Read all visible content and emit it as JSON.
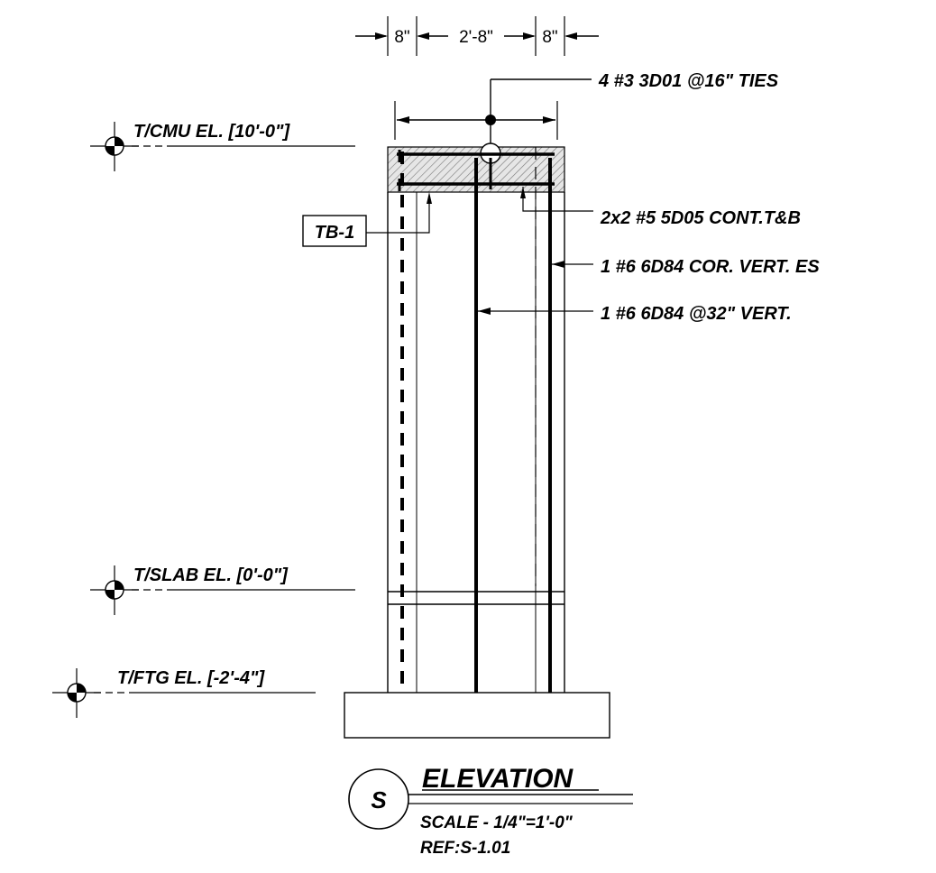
{
  "dimensions": {
    "left": "8\"",
    "middle": "2'-8\"",
    "right": "8\""
  },
  "callouts": {
    "ties": "4 #3 3D01 @16\" TIES",
    "bond_beam_bars": "2x2 #5 5D05  CONT.T&B",
    "corner_vert": "1 #6 6D84  COR. VERT. ES",
    "field_vert": "1 #6 6D84 @32\" VERT."
  },
  "tag": "TB-1",
  "levels": {
    "cmu": "T/CMU EL. [10'-0\"]",
    "slab": "T/SLAB EL. [0'-0\"]",
    "footing": "T/FTG EL. [-2'-4\"]"
  },
  "title_block": {
    "symbol": "S",
    "title": "ELEVATION",
    "scale": "SCALE - 1/4\"=1'-0\"",
    "ref": "REF:S-1.01"
  }
}
